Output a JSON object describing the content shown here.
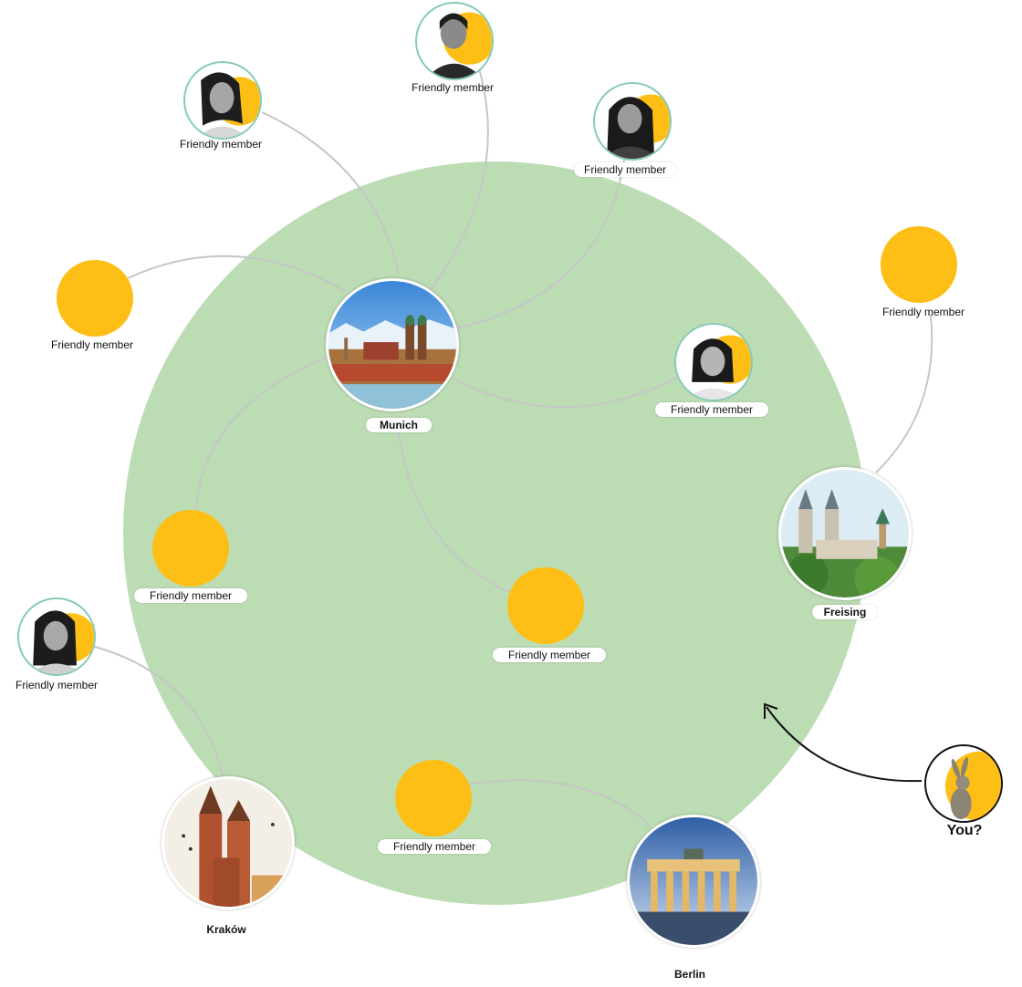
{
  "colors": {
    "circle": "#bcdcb4",
    "member_yellow": "#fdbf15",
    "photo_ring": "#86cbb8",
    "connection_line": "#c6c6c6"
  },
  "cities": {
    "munich": {
      "name": "Munich",
      "image": "munich-skyline-photo"
    },
    "freising": {
      "name": "Freising",
      "image": "freising-cathedral-photo"
    },
    "krakow": {
      "name": "Kraków",
      "image": "krakow-basilica-photo"
    },
    "berlin": {
      "name": "Berlin",
      "image": "brandenburg-gate-photo"
    }
  },
  "members": {
    "top_center": "Friendly member",
    "top_left": "Friendly member",
    "top_right": "Friendly member",
    "left": "Friendly member",
    "right_inner": "Friendly member",
    "far_right": "Friendly member",
    "inner_left": "Friendly member",
    "inner_center": "Friendly member",
    "far_left": "Friendly member",
    "bottom": "Friendly member"
  },
  "you": {
    "label": "You?",
    "icon": "rabbit-icon"
  }
}
